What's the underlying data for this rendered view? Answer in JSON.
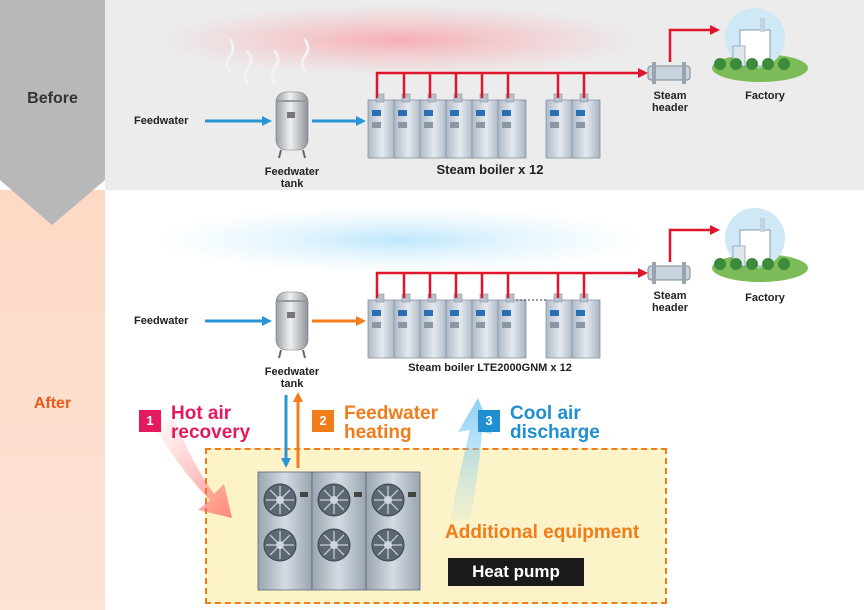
{
  "sections": {
    "before_label": "Before",
    "after_label": "After"
  },
  "labels": {
    "feedwater": "Feedwater",
    "feedwater_tank": "Feedwater\ntank",
    "steam_header": "Steam\nheader",
    "factory": "Factory",
    "boiler_before": "Steam boiler x 12",
    "boiler_after": "Steam boiler LTE2000GNM x 12"
  },
  "steps": [
    {
      "number": "1",
      "label": "Hot air\nrecovery",
      "color": "#e5195e"
    },
    {
      "number": "2",
      "label": "Feedwater\nheating",
      "color": "#f07c1a"
    },
    {
      "number": "3",
      "label": "Cool air\ndischarge",
      "color": "#1f8fd0"
    }
  ],
  "additional": {
    "title": "Additional equipment",
    "equipment_name": "Heat pump"
  },
  "colors": {
    "steam_pipe": "#e0152a",
    "feedwater_arrow": "#2a95d6",
    "heated_arrow": "#f07c1a",
    "after_side": "#fbd6c2",
    "before_side": "#b8b8b8"
  }
}
